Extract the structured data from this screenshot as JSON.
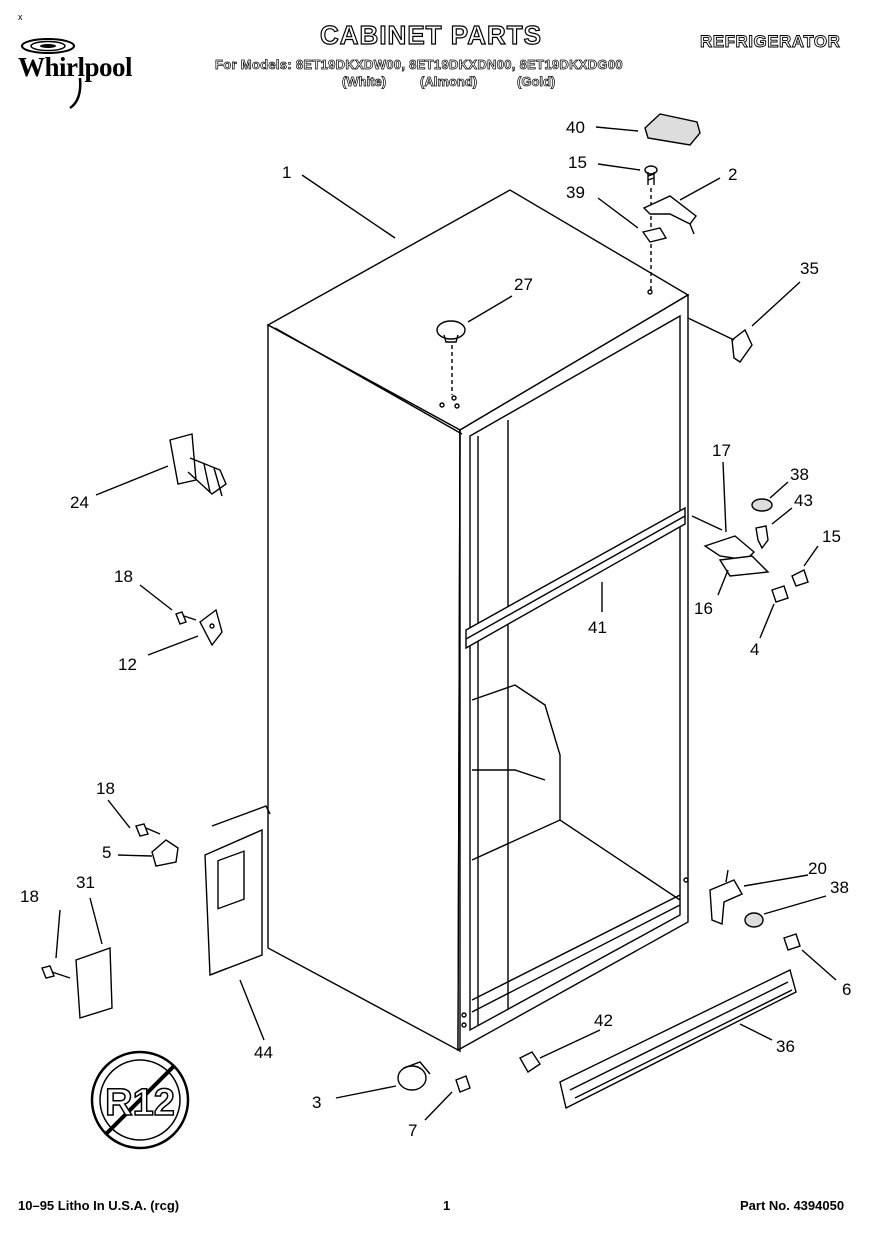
{
  "header": {
    "tiny_mark": "x",
    "brand": "Whirlpool",
    "title": "CABINET PARTS",
    "product": "REFRIGERATOR",
    "models": "For Models: 8ET19DKXDW00, 8ET19DKXDN00, 8ET19DKXDG00",
    "finishes": [
      "(White)",
      "(Almond)",
      "(Gold)"
    ]
  },
  "callouts": [
    "1",
    "2",
    "3",
    "4",
    "5",
    "6",
    "7",
    "12",
    "15",
    "15",
    "16",
    "17",
    "18",
    "18",
    "18",
    "20",
    "24",
    "27",
    "31",
    "35",
    "36",
    "38",
    "38",
    "39",
    "40",
    "41",
    "42",
    "43",
    "44"
  ],
  "badge": "R12",
  "footer": {
    "left": "10–95 Litho In U.S.A. (rcg)",
    "page": "1",
    "part": "Part No. 4394050"
  }
}
